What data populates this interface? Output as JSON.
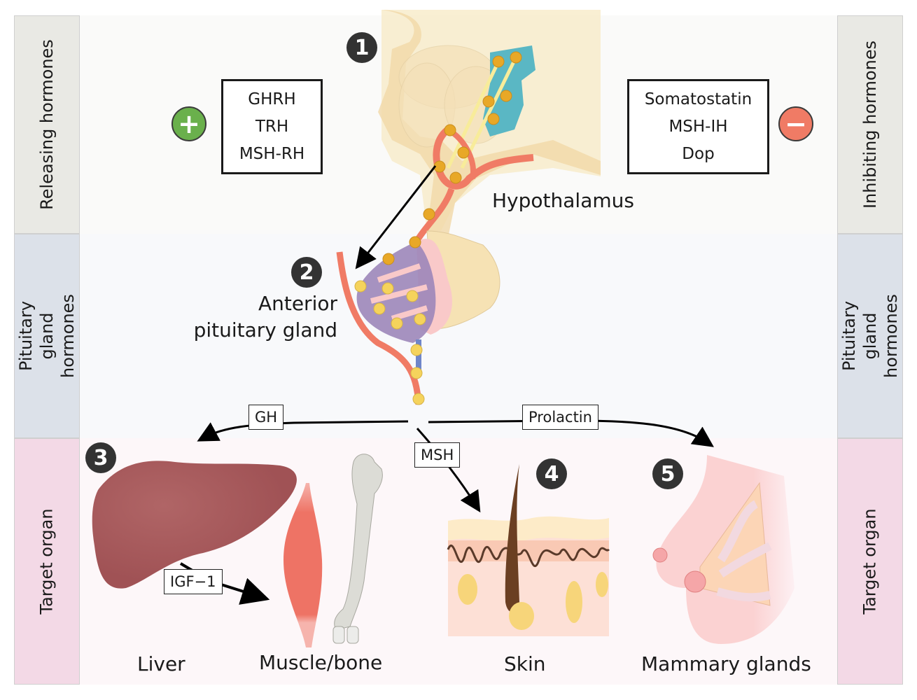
{
  "side_labels": {
    "left": [
      "Releasing hormones",
      "Pituitary gland hormones",
      "Target organ"
    ],
    "right": [
      "Inhibiting hormones",
      "Pituitary gland hormones",
      "Target organ"
    ]
  },
  "releasing_box": {
    "items": [
      "GHRH",
      "TRH",
      "MSH-RH"
    ],
    "sign": "+"
  },
  "inhibiting_box": {
    "items": [
      "Somatostatin",
      "MSH-IH",
      "Dop"
    ],
    "sign": "−"
  },
  "steps": [
    "1",
    "2",
    "3",
    "4",
    "5"
  ],
  "structures": {
    "hypothalamus": "Hypothalamus",
    "anterior_line1": "Anterior",
    "anterior_line2": "pituitary gland"
  },
  "hormone_tags": {
    "gh": "GH",
    "prolactin": "Prolactin",
    "msh": "MSH",
    "igf": "IGF−1"
  },
  "targets": {
    "liver": "Liver",
    "muscle_bone": "Muscle/bone",
    "skin": "Skin",
    "mammary": "Mammary glands"
  },
  "colors": {
    "plus": "#6ab04c",
    "minus": "#f07b65",
    "releasing_band": "#e9e9e4",
    "pituitary_band": "#dce1e9",
    "target_band": "#f3d9e6"
  }
}
